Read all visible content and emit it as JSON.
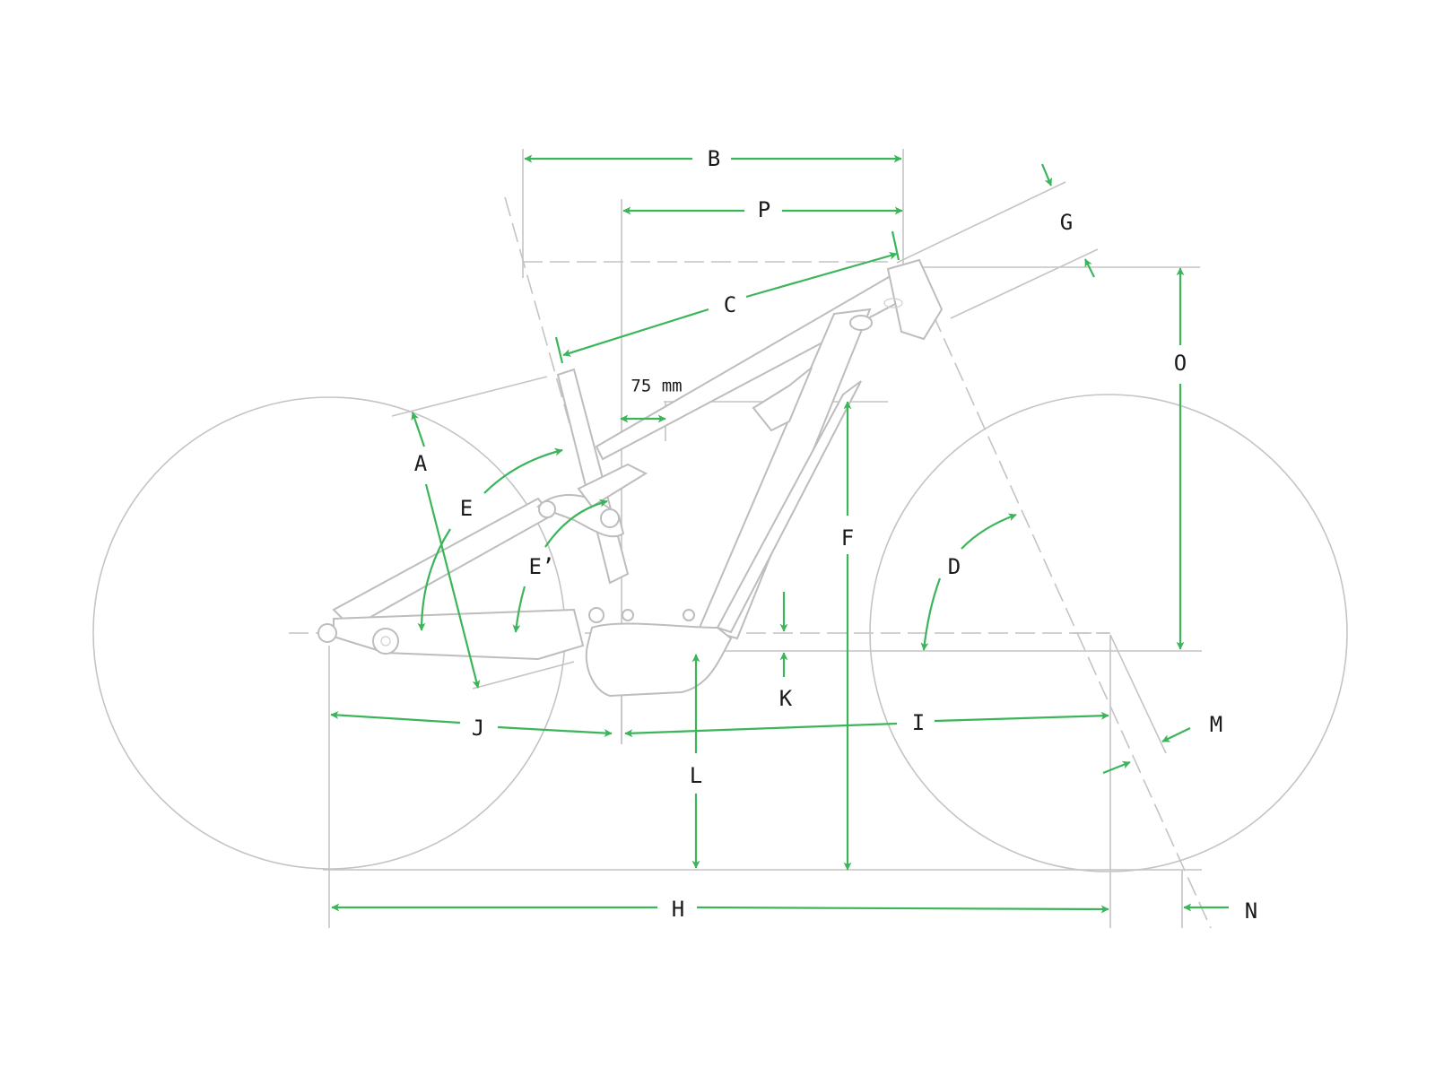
{
  "diagram": {
    "title": "Bike frame geometry diagram",
    "accent_color": "#3cb55a",
    "line_color": "#c4c4c4",
    "labels": {
      "A": "A",
      "B": "B",
      "C": "C",
      "D": "D",
      "E": "E",
      "E_prime": "E’",
      "F": "F",
      "G": "G",
      "H": "H",
      "I": "I",
      "J": "J",
      "K": "K",
      "L": "L",
      "M": "M",
      "N": "N",
      "O": "O",
      "P": "P"
    },
    "annotation_75mm": "75 mm"
  }
}
